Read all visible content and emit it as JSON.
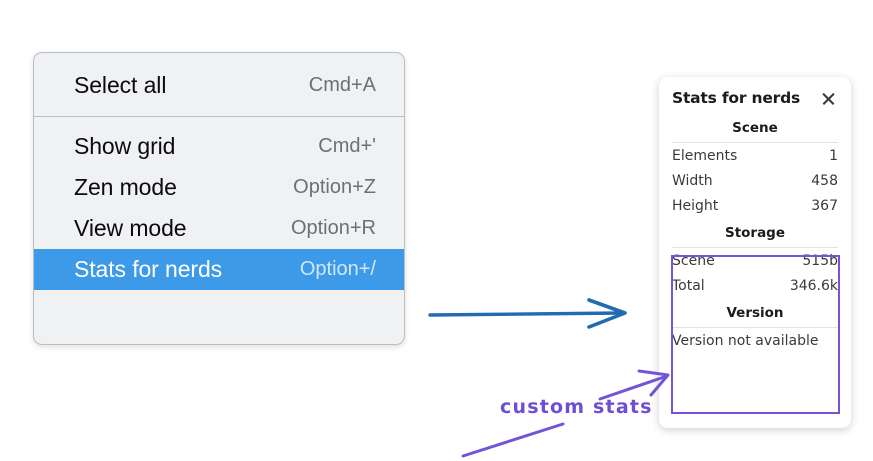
{
  "context_menu": {
    "name": "context-menu",
    "groups": [
      {
        "items": [
          {
            "label": "Select all",
            "shortcut": "Cmd+A",
            "selected": false
          }
        ]
      },
      {
        "items": [
          {
            "label": "Show grid",
            "shortcut": "Cmd+'",
            "selected": false
          },
          {
            "label": "Zen mode",
            "shortcut": "Option+Z",
            "selected": false
          },
          {
            "label": "View mode",
            "shortcut": "Option+R",
            "selected": false
          },
          {
            "label": "Stats for nerds",
            "shortcut": "Option+/",
            "selected": true
          }
        ]
      }
    ]
  },
  "stats_panel": {
    "title": "Stats for nerds",
    "close_icon": "close-icon",
    "sections": [
      {
        "heading": "Scene",
        "rows": [
          {
            "label": "Elements",
            "value": "1"
          },
          {
            "label": "Width",
            "value": "458"
          },
          {
            "label": "Height",
            "value": "367"
          }
        ]
      },
      {
        "heading": "Storage",
        "rows": [
          {
            "label": "Scene",
            "value": "515b"
          },
          {
            "label": "Total",
            "value": "346.6k"
          }
        ]
      },
      {
        "heading": "Version",
        "rows": [
          {
            "label": "Version not available",
            "value": ""
          }
        ]
      }
    ]
  },
  "annotations": {
    "handwritten_label": "custom stats",
    "highlight_color": "#7a52d6",
    "arrow_color": "#1f6cb0",
    "pen_color": "#6c4fd4"
  }
}
